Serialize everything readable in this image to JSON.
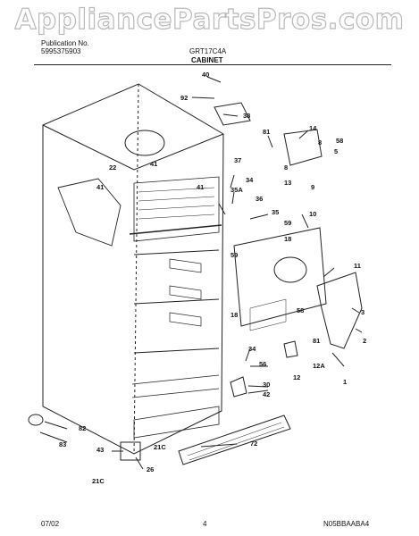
{
  "watermark": "AppliancePartsPros.com",
  "header": {
    "publication_label": "Publication No.",
    "publication_number": "5995375903",
    "model": "GRT17C4A",
    "section": "CABINET"
  },
  "footer": {
    "date": "07/02",
    "page": "4",
    "code": "N05BBAABA4"
  },
  "part_callouts": [
    "40",
    "92",
    "38",
    "81",
    "14",
    "58",
    "8",
    "5",
    "37",
    "8",
    "13",
    "9",
    "41",
    "22",
    "41",
    "34",
    "35A",
    "36",
    "10",
    "35",
    "59",
    "41",
    "18",
    "59",
    "11",
    "18",
    "58",
    "3",
    "2",
    "34",
    "81",
    "56",
    "12A",
    "12",
    "1",
    "30",
    "42",
    "82",
    "83",
    "72",
    "43",
    "21C",
    "26",
    "21C"
  ]
}
